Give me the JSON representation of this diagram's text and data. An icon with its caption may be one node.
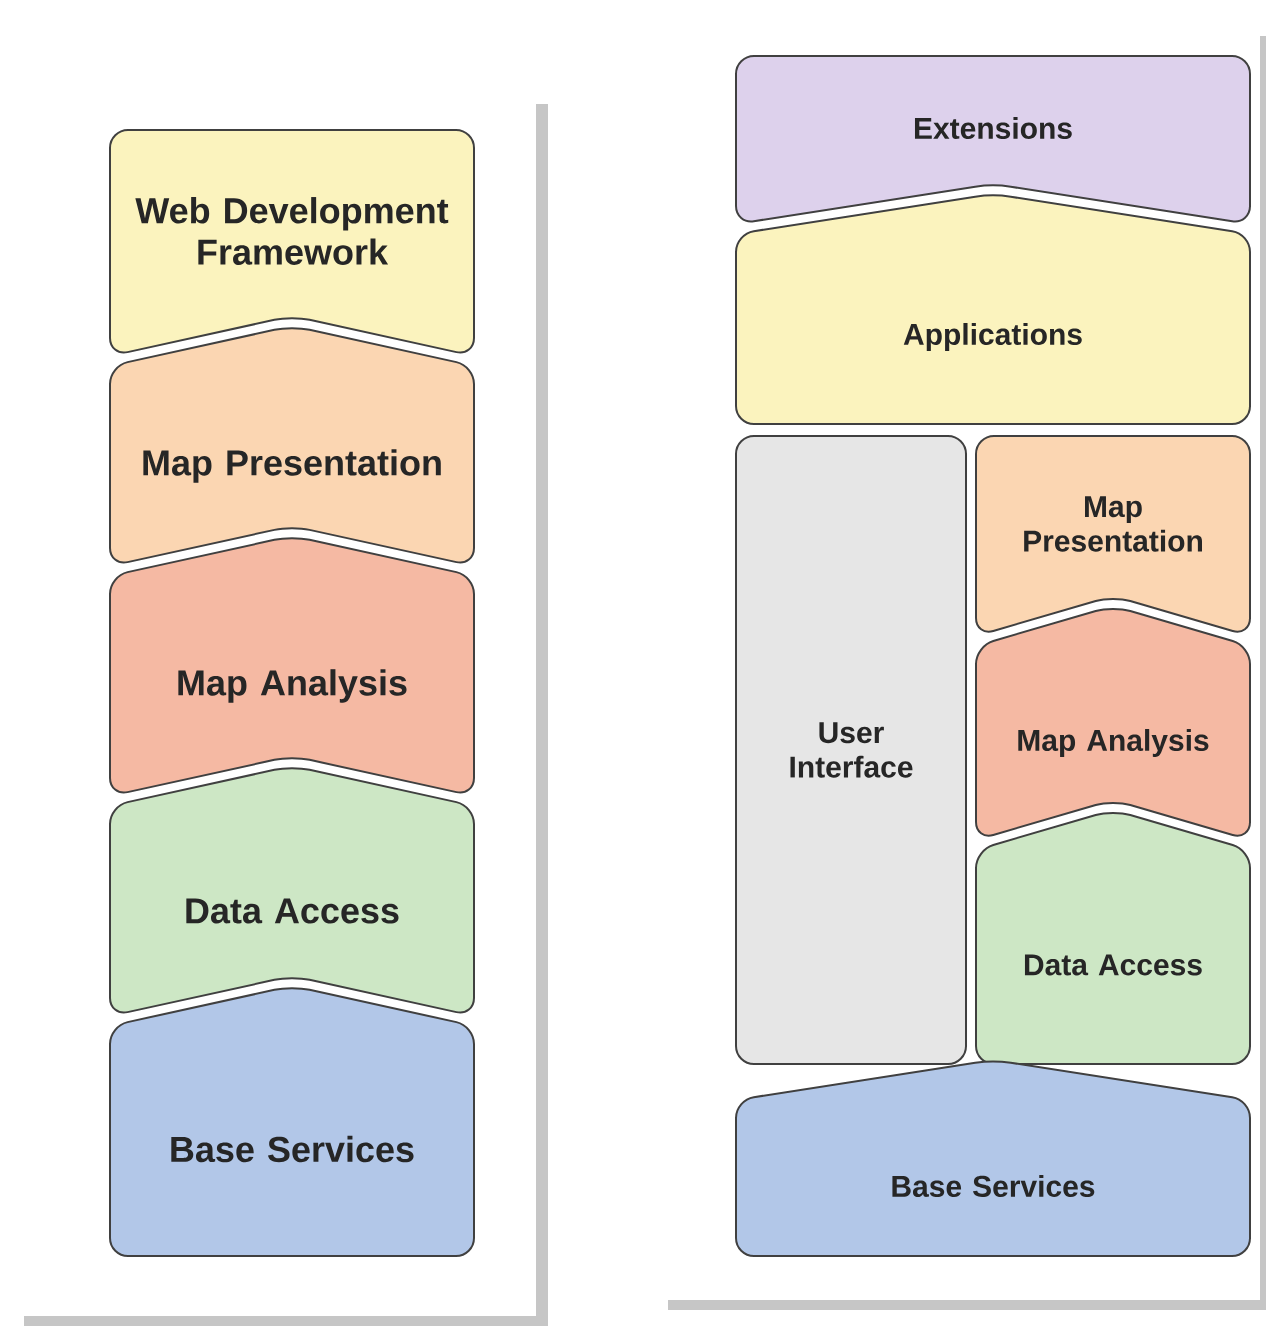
{
  "diagram": {
    "nodes": [
      {
        "text": [
          "Web Development Framework"
        ]
      },
      {
        "text": [
          "Map Presentation"
        ]
      },
      {
        "text": [
          "Map Analysis"
        ]
      },
      {
        "text": [
          "Data Access"
        ]
      },
      {
        "text": [
          "Base Services"
        ]
      },
      {
        "text": [
          "Extensions"
        ]
      },
      {
        "text": [
          "Applications"
        ]
      },
      {
        "text": [
          "User Interface"
        ]
      },
      {
        "text": [
          "Map Presentation"
        ]
      },
      {
        "text": [
          "Map Analysis"
        ]
      },
      {
        "text": [
          "Data Access"
        ]
      },
      {
        "text": [
          "Base Services"
        ]
      }
    ]
  }
}
